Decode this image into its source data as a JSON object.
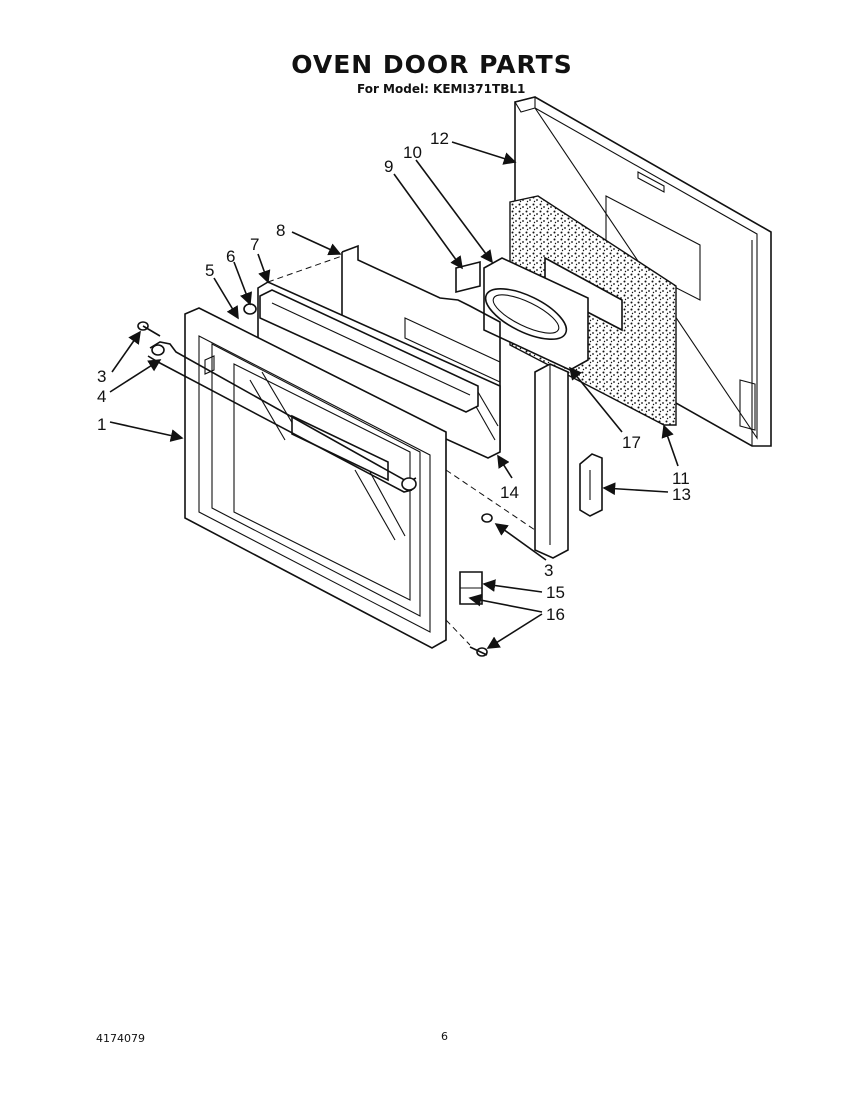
{
  "header": {
    "title": "OVEN DOOR PARTS",
    "subtitle": "For Model: KEMI371TBL1"
  },
  "footer": {
    "doc_number": "4174079",
    "page_number": "6"
  },
  "callouts": {
    "c1": "1",
    "c3a": "3",
    "c3b": "3",
    "c4": "4",
    "c5": "5",
    "c6": "6",
    "c7": "7",
    "c8": "8",
    "c9": "9",
    "c10": "10",
    "c11": "11",
    "c12": "12",
    "c13": "13",
    "c14": "14",
    "c15": "15",
    "c16": "16",
    "c17": "17"
  }
}
